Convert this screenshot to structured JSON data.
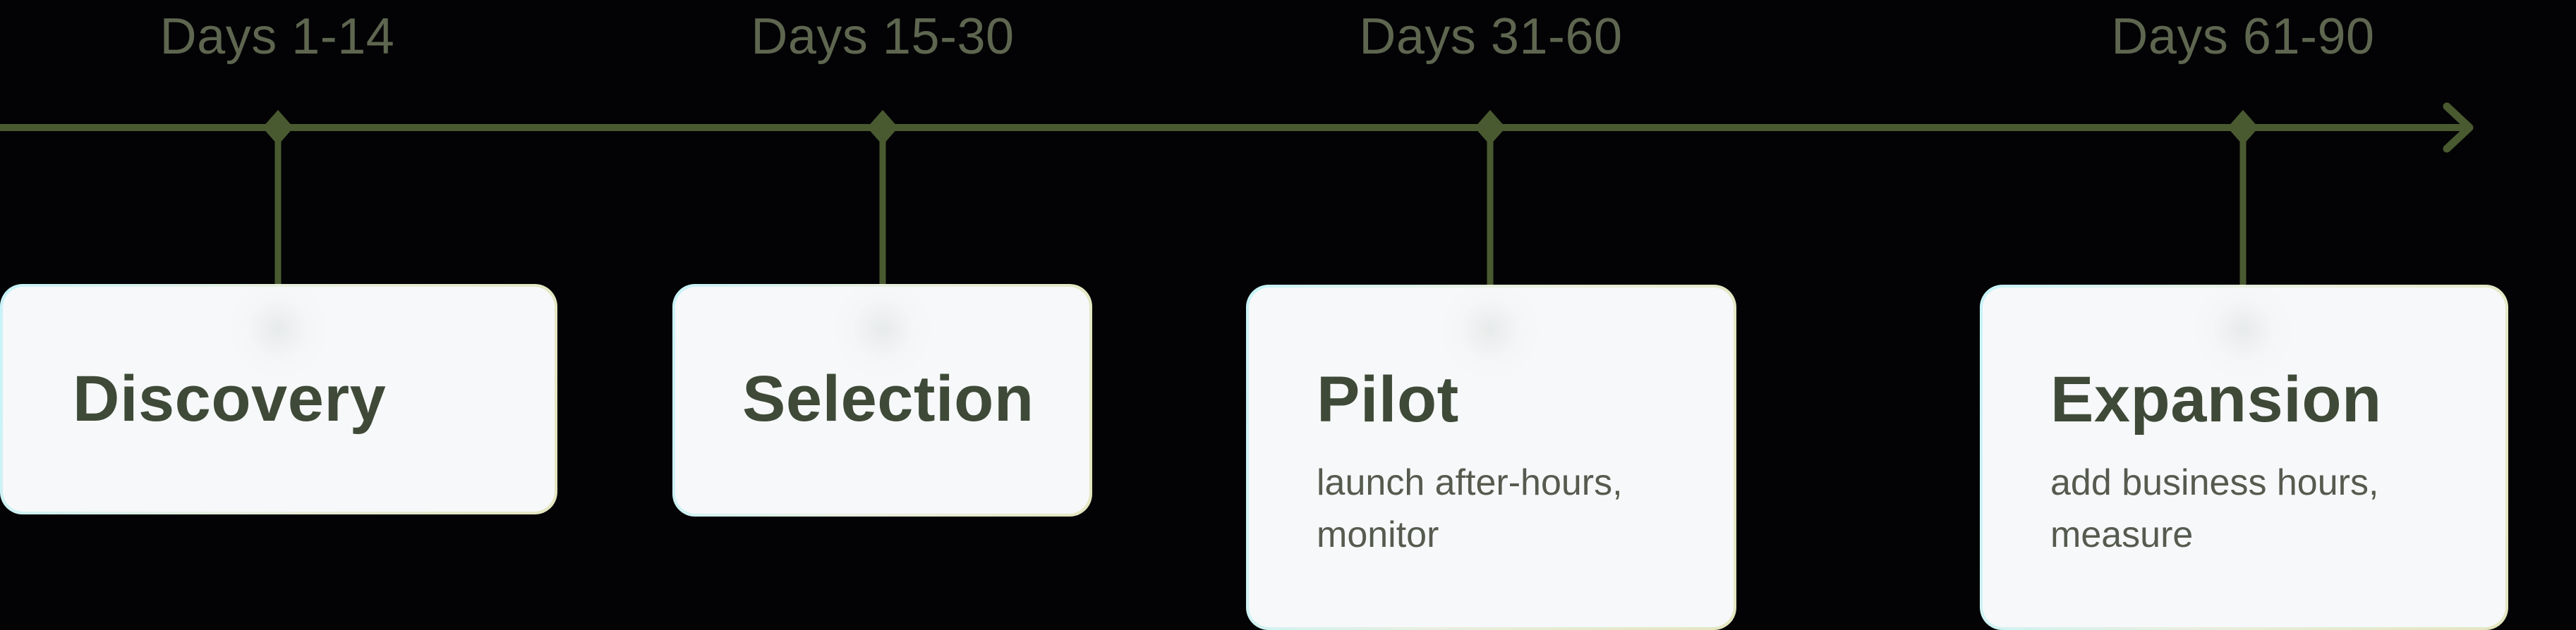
{
  "colors": {
    "background": "#030305",
    "timeline": "#4a5a30",
    "label": "#5e6650",
    "card_fill": "#f7f8fa",
    "card_title": "#3e4a37",
    "card_desc": "#565b4f",
    "card_border_left": "#c8f3f8",
    "card_border_right": "#e3e6bf"
  },
  "timeline": {
    "direction": "left-to-right",
    "end_marker": "arrow-right-icon",
    "milestones": [
      {
        "label": "Days 1-14",
        "marker": "diamond-icon",
        "title": "Discovery",
        "description": ""
      },
      {
        "label": "Days 15-30",
        "marker": "diamond-icon",
        "title": "Selection",
        "description": ""
      },
      {
        "label": "Days 31-60",
        "marker": "diamond-icon",
        "title": "Pilot",
        "description": "launch after-hours,\nmonitor"
      },
      {
        "label": "Days 61-90",
        "marker": "diamond-icon",
        "title": "Expansion",
        "description": "add business hours,\nmeasure"
      }
    ]
  }
}
